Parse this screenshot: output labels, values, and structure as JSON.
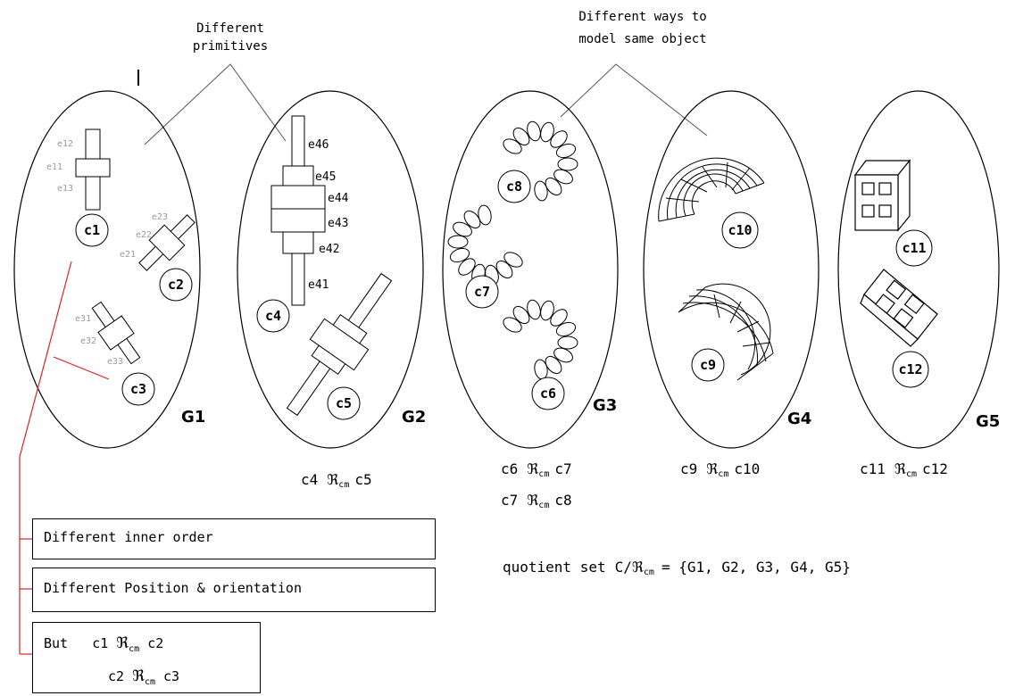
{
  "annotations": {
    "primitives_line1": "Different",
    "primitives_line2": "primitives",
    "ways_line1": "Different ways to",
    "ways_line2": "model same object"
  },
  "groups": [
    "G1",
    "G2",
    "G3",
    "G4",
    "G5"
  ],
  "components": [
    "c1",
    "c2",
    "c3",
    "c4",
    "c5",
    "c6",
    "c7",
    "c8",
    "c9",
    "c10",
    "c11",
    "c12"
  ],
  "edges": {
    "c1": [
      "e12",
      "e11",
      "e13"
    ],
    "c2": [
      "e23",
      "e22",
      "e21"
    ],
    "c3": [
      "e31",
      "e32",
      "e33"
    ],
    "c4": [
      "e46",
      "e45",
      "e44",
      "e43",
      "e42",
      "e41"
    ]
  },
  "relation": {
    "symbol": "ℜ",
    "subscript": "cm"
  },
  "relations": {
    "g2": {
      "left": "c4",
      "right": "c5"
    },
    "g3a": {
      "left": "c6",
      "right": "c7"
    },
    "g3b": {
      "left": "c7",
      "right": "c8"
    },
    "g4": {
      "left": "c9",
      "right": "c10"
    },
    "g5": {
      "left": "c11",
      "right": "c12"
    }
  },
  "quotient": {
    "prefix": "quotient set",
    "set_symbol": "C/",
    "result": "= {G1, G2, G3, G4, G5}"
  },
  "notes": {
    "inner_order": "Different inner order",
    "position": "Different Position & orientation",
    "but_label": "But",
    "but_rel1_left": "c1",
    "but_rel1_right": "c2",
    "but_rel2_left": "c2",
    "but_rel2_right": "c3"
  }
}
